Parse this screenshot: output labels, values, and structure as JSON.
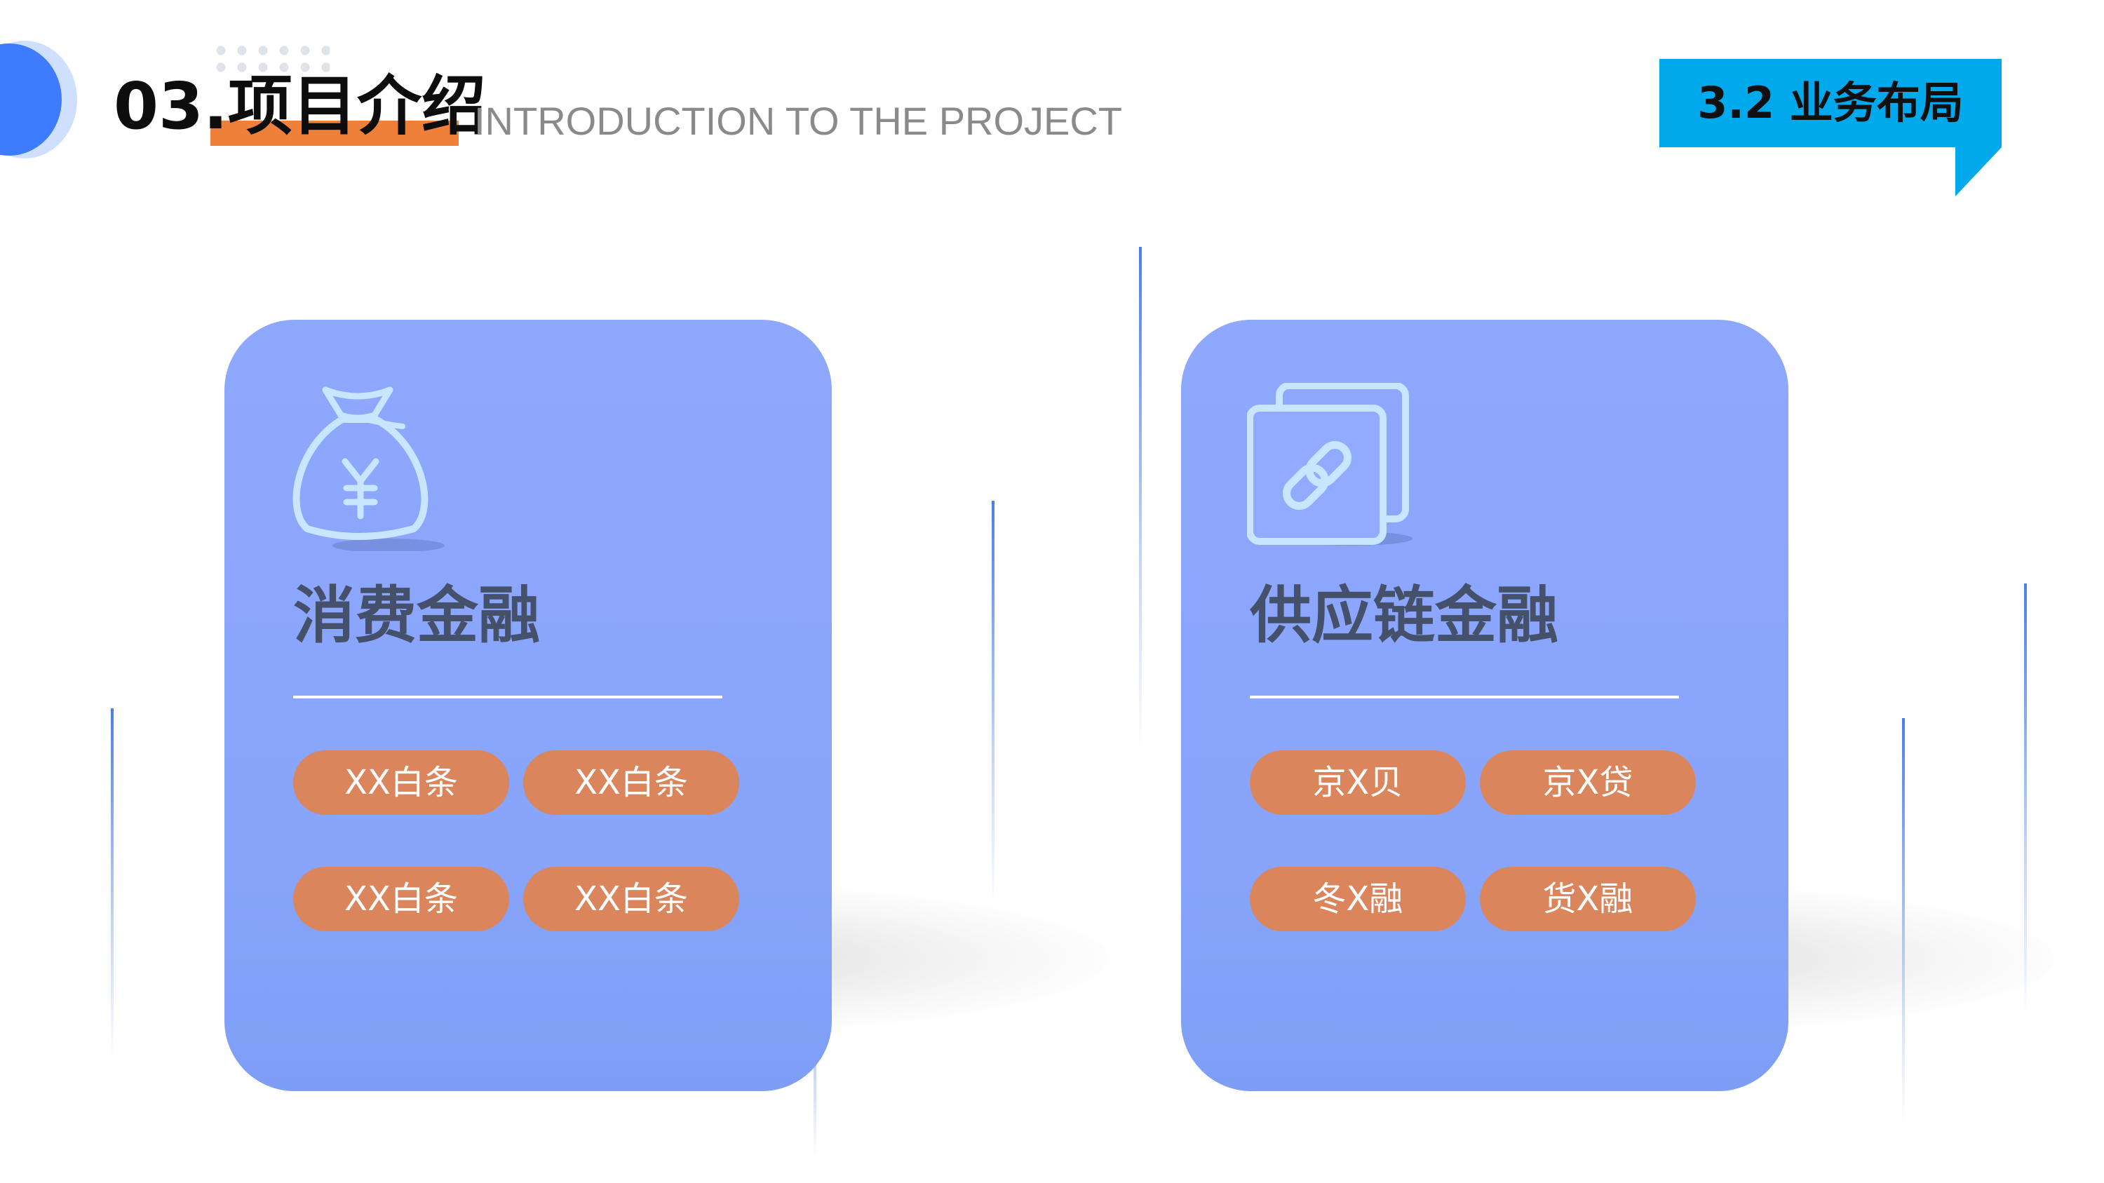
{
  "header": {
    "title_cn": "03.项目介绍",
    "title_en": "INTRODUCTION TO THE PROJECT",
    "section_tag": "3.2 业务布局"
  },
  "colors": {
    "accent_blue": "#3d7bff",
    "tag_blue": "#00a8ec",
    "title_underline": "#ee8039",
    "card_blue": "#8ea8fd",
    "pill_orange": "#da855c",
    "card_title_text": "#45506b",
    "icon_stroke": "#c8e6ff"
  },
  "cards": [
    {
      "icon": "money-bag-yen-icon",
      "title": "消费金融",
      "tags": [
        "XX白条",
        "XX白条",
        "XX白条",
        "XX白条"
      ]
    },
    {
      "icon": "link-chain-icon",
      "title": "供应链金融",
      "tags": [
        "京X贝",
        "京X贷",
        "冬X融",
        "货X融"
      ]
    }
  ]
}
